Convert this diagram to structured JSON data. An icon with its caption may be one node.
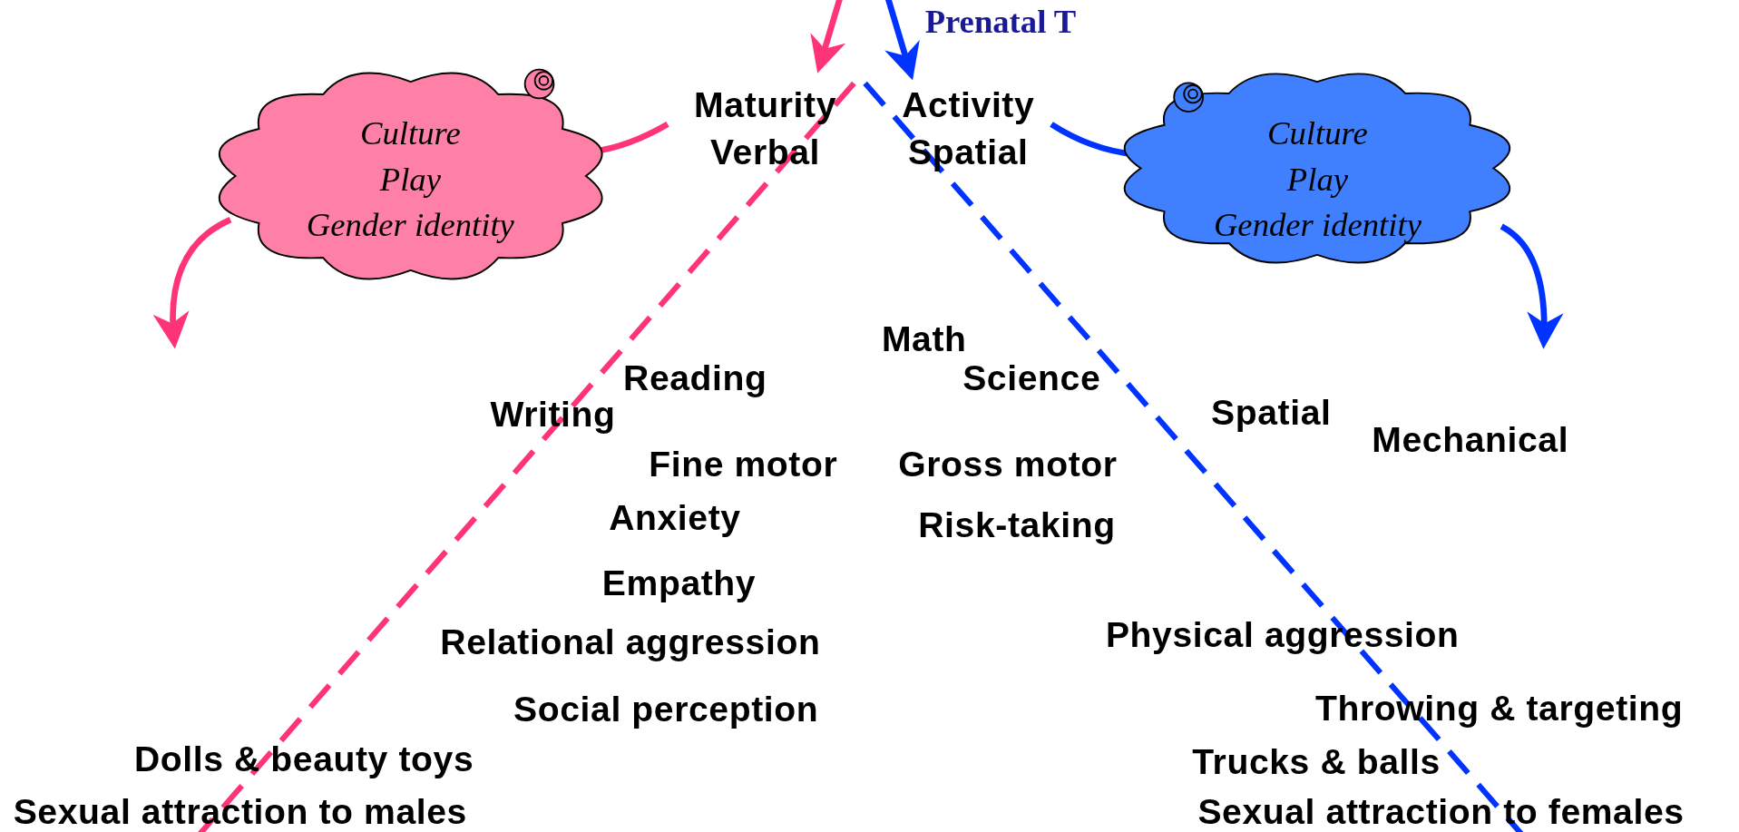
{
  "diagram": {
    "nodes": [
      {
        "text": [
          "Maturity",
          "Verbal"
        ]
      },
      {
        "text": [
          "Activity",
          "Spatial"
        ]
      },
      {
        "text": [
          "Culture",
          "Play",
          "Gender identity"
        ]
      },
      {
        "text": [
          "Culture",
          "Play",
          "Gender identity"
        ]
      }
    ],
    "edges": [
      {
        "from": null,
        "to": 0,
        "arrow": "to",
        "color": "#ff3377"
      },
      {
        "from": null,
        "to": 1,
        "arrow": "to",
        "color": "#0033ff",
        "label": "Prenatal T"
      },
      {
        "from": 0,
        "to": 2,
        "arrow": "none",
        "color": "#ff3377"
      },
      {
        "from": 1,
        "to": 3,
        "arrow": "none",
        "color": "#0033ff"
      },
      {
        "from": 2,
        "to": null,
        "arrow": "to",
        "color": "#ff3377"
      },
      {
        "from": 3,
        "to": null,
        "arrow": "to",
        "color": "#0033ff"
      }
    ],
    "labels": [
      "Math",
      "Reading",
      "Science",
      "Writing",
      "Spatial",
      "Mechanical",
      "Fine motor",
      "Gross motor",
      "Anxiety",
      "Risk-taking",
      "Empathy",
      "Relational aggression",
      "Physical aggression",
      "Social perception",
      "Throwing & targeting",
      "Dolls & beauty toys",
      "Trucks & balls",
      "Sexual attraction to males",
      "Sexual attraction to females"
    ]
  }
}
